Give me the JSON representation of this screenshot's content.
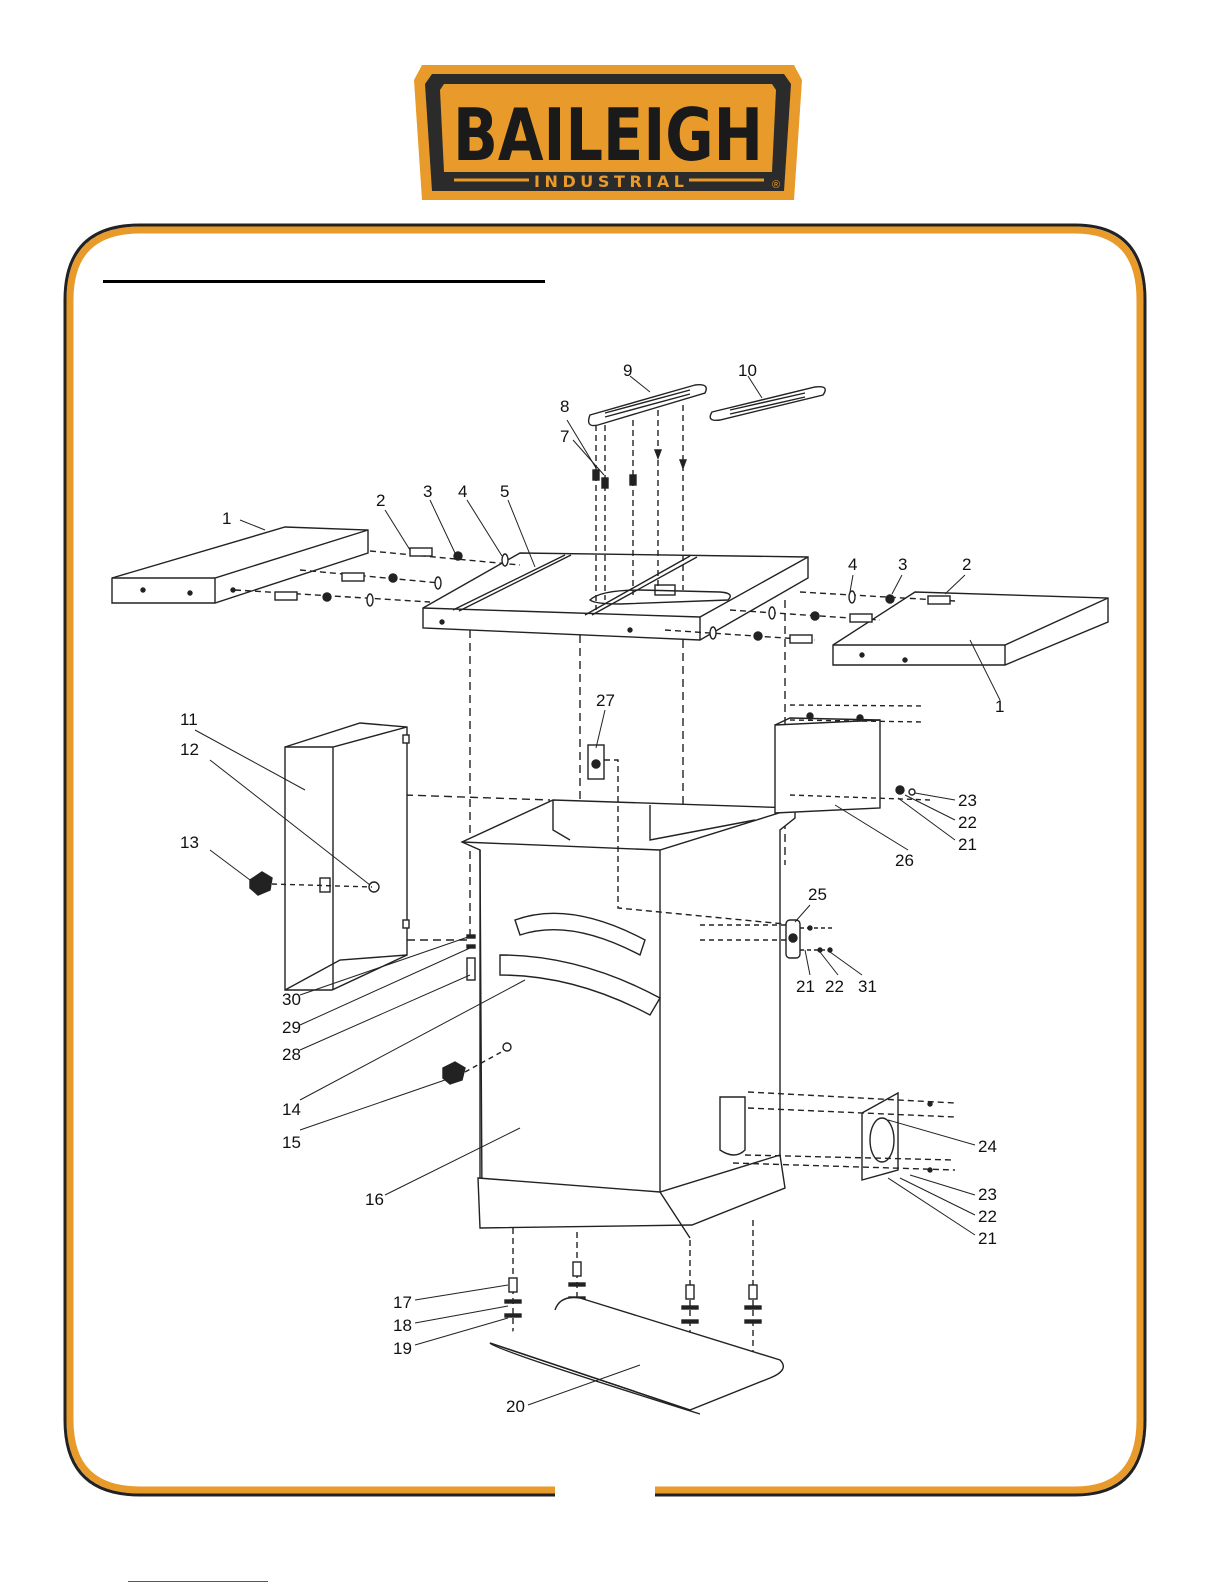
{
  "logo": {
    "brand": "BAILEIGH",
    "sub": "INDUSTRIAL",
    "mark": "®"
  },
  "colors": {
    "accent": "#E89A2A",
    "frame": "#222222",
    "logo_bg": "#2B2B2B",
    "logo_outer": "#F0A030"
  },
  "callouts": {
    "c1a": "1",
    "c1b": "1",
    "c2a": "2",
    "c2b": "2",
    "c3a": "3",
    "c3b": "3",
    "c4a": "4",
    "c4b": "4",
    "c5": "5",
    "c7": "7",
    "c8": "8",
    "c9": "9",
    "c10": "10",
    "c11": "11",
    "c12": "12",
    "c13": "13",
    "c14": "14",
    "c15": "15",
    "c16": "16",
    "c17": "17",
    "c18": "18",
    "c19": "19",
    "c20": "20",
    "c21a": "21",
    "c21b": "21",
    "c21c": "21",
    "c22a": "22",
    "c22b": "22",
    "c22c": "22",
    "c23a": "23",
    "c23b": "23",
    "c24": "24",
    "c25": "25",
    "c26": "26",
    "c27": "27",
    "c28": "28",
    "c29": "29",
    "c30": "30",
    "c31": "31"
  }
}
